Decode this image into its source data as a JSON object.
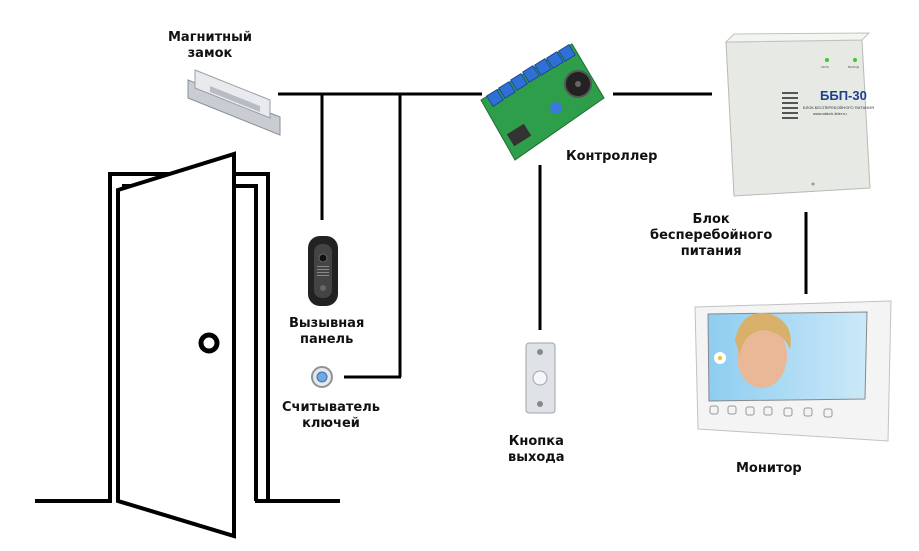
{
  "labels": {
    "magnetic_lock": [
      "Магнитный",
      "замок"
    ],
    "controller": "Контроллер",
    "ups": [
      "Блок",
      "бесперебойного",
      "питания"
    ],
    "call_panel": [
      "Вызывная",
      "панель"
    ],
    "key_reader": [
      "Считыватель",
      "ключей"
    ],
    "exit_button": [
      "Кнопка",
      "выхода"
    ],
    "monitor": "Монитор"
  },
  "ups_device": {
    "model": "ББП-30",
    "caption": "БЛОК БЕСПЕРЕБОЙНОГО ПИТАНИЯ",
    "url": "www.altech-lider.ru",
    "indicators": [
      "СЕТЬ",
      "ВЫХОД"
    ]
  }
}
